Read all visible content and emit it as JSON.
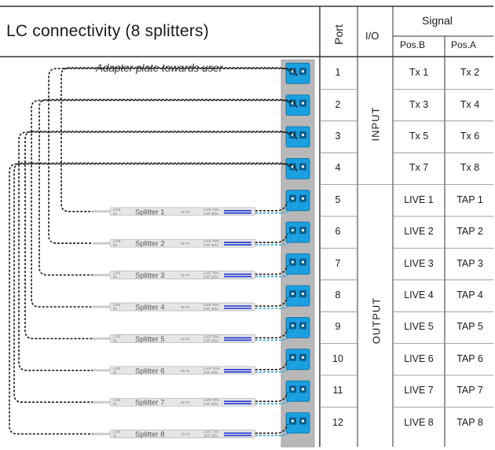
{
  "title": "LC connectivity (8 splitters)",
  "plate_label": "Adapter plate towards user",
  "headers": {
    "port": "Port",
    "io": "I/O",
    "signal": "Signal",
    "pos_b": "Pos.B",
    "pos_a": "Pos.A"
  },
  "io_groups": {
    "input": "INPUT",
    "output": "OUTPUT"
  },
  "rows": [
    {
      "port": "1",
      "pos_b": "Tx 1",
      "pos_a": "Tx 2"
    },
    {
      "port": "2",
      "pos_b": "Tx 3",
      "pos_a": "Tx 4"
    },
    {
      "port": "3",
      "pos_b": "Tx 5",
      "pos_a": "Tx 6"
    },
    {
      "port": "4",
      "pos_b": "Tx 7",
      "pos_a": "Tx 8"
    },
    {
      "port": "5",
      "pos_b": "LIVE 1",
      "pos_a": "TAP 1"
    },
    {
      "port": "6",
      "pos_b": "LIVE 2",
      "pos_a": "TAP 2"
    },
    {
      "port": "7",
      "pos_b": "LIVE 3",
      "pos_a": "TAP 3"
    },
    {
      "port": "8",
      "pos_b": "LIVE 4",
      "pos_a": "TAP 4"
    },
    {
      "port": "9",
      "pos_b": "LIVE 5",
      "pos_a": "TAP 5"
    },
    {
      "port": "10",
      "pos_b": "LIVE 6",
      "pos_a": "TAP 6"
    },
    {
      "port": "11",
      "pos_b": "LIVE 7",
      "pos_a": "TAP 7"
    },
    {
      "port": "12",
      "pos_b": "LIVE 8",
      "pos_a": "TAP 8"
    }
  ],
  "splitters": [
    {
      "name": "Splitter 1"
    },
    {
      "name": "Splitter 2"
    },
    {
      "name": "Splitter 3"
    },
    {
      "name": "Splitter 4"
    },
    {
      "name": "Splitter 5"
    },
    {
      "name": "Splitter 6"
    },
    {
      "name": "Splitter 7"
    },
    {
      "name": "Splitter 8"
    }
  ],
  "splitter_labels": {
    "live_in": "LIVE IN",
    "ratio": "30:70",
    "live_out": "LIVE 70%",
    "tap_out": "TAP 30%"
  },
  "colors": {
    "adapter": "#1a9fe0",
    "plate": "#b8b8b8",
    "fiber_live": "#1a1a1a",
    "fiber_tap": "#2aa8e8",
    "splitter_band": "#2233cc"
  }
}
